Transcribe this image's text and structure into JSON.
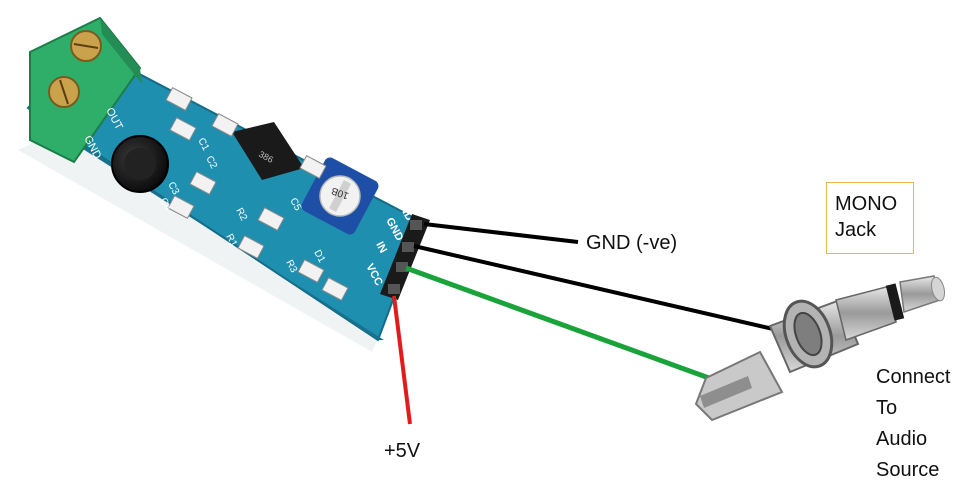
{
  "labels": {
    "gnd": "GND (-ve)",
    "plus5v": "+5V",
    "mono_jack": [
      "MONO",
      "Jack"
    ],
    "connect": [
      "Connect",
      "To",
      "Audio",
      "Source"
    ]
  },
  "board": {
    "terminal_labels": [
      "GND",
      "OUT"
    ],
    "pin_labels": [
      "GND",
      "GND",
      "IN",
      "VCC"
    ],
    "component_labels": [
      "C1",
      "C2",
      "C3",
      "C4",
      "R1",
      "R2",
      "R3",
      "D1",
      "C5"
    ],
    "chip_text": "386",
    "pot_text": "10B"
  },
  "colors": {
    "pcb": "#1f8fb0",
    "terminal": "#2fae6a",
    "wire_gnd": "#000000",
    "wire_signal": "#1aa33a",
    "wire_vcc": "#e31b1b",
    "box_border": "#e8b84a"
  }
}
